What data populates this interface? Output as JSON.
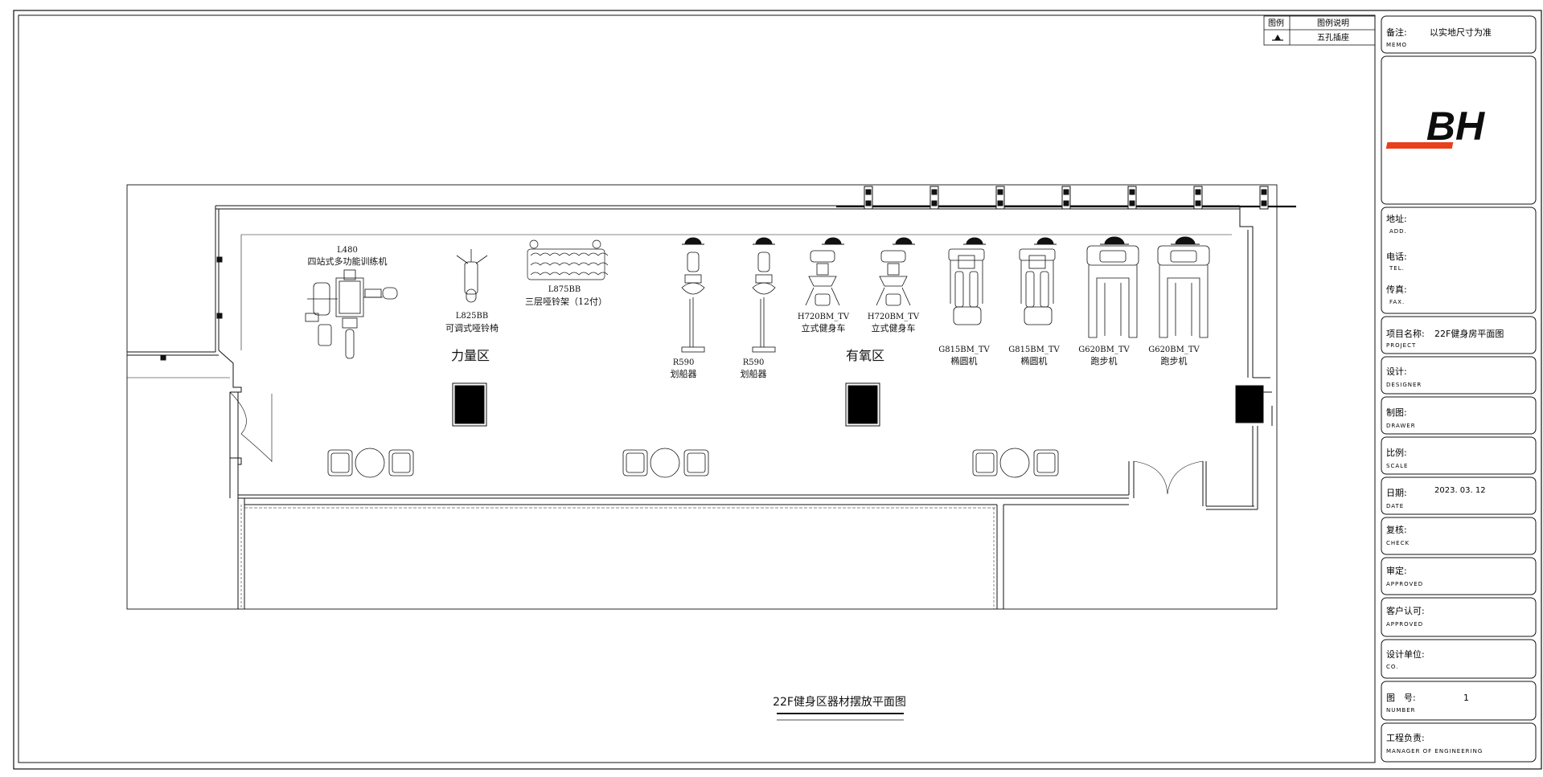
{
  "legend": {
    "header_symbol": "图例",
    "header_desc": "图例说明",
    "row_desc": "五孔插座"
  },
  "title_block": {
    "memo": {
      "label": "备注:",
      "en": "MEMO",
      "value": "以实地尺寸为准"
    },
    "logo": "BH",
    "address": {
      "label": "地址:",
      "en": "ADD."
    },
    "tel": {
      "label": "电话:",
      "en": "TEL."
    },
    "fax": {
      "label": "传真:",
      "en": "FAX."
    },
    "project": {
      "label": "项目名称:",
      "value": "22F健身房平面图",
      "en": "PROJECT"
    },
    "designer": {
      "label": "设计:",
      "en": "DESIGNER"
    },
    "drawer": {
      "label": "制图:",
      "en": "DRAWER"
    },
    "scale": {
      "label": "比例:",
      "en": "SCALE"
    },
    "date": {
      "label": "日期:",
      "value": "2023. 03. 12",
      "en": "DATE"
    },
    "check": {
      "label": "复核:",
      "en": "CHECK"
    },
    "approved": {
      "label": "审定:",
      "en": "APPROVED"
    },
    "client": {
      "label": "客户认可:",
      "en": "APPROVED"
    },
    "company": {
      "label": "设计单位:",
      "en": "CO."
    },
    "number": {
      "label": "图　号:",
      "en": "NUMBER",
      "value": "1"
    },
    "manager": {
      "label": "工程负责:",
      "en": "MANAGER OF ENGINEERING"
    }
  },
  "zones": {
    "strength": "力量区",
    "cardio": "有氧区"
  },
  "equipment": {
    "l480_model": "L480",
    "l480_name": "四站式多功能训练机",
    "l825bb_model": "L825BB",
    "l825bb_name": "可调式哑铃椅",
    "l875bb_model": "L875BB",
    "l875bb_name": "三层哑铃架（12付）",
    "r590a_model": "R590",
    "r590a_name": "划船器",
    "r590b_model": "R590",
    "r590b_name": "划船器",
    "h720a_model": "H720BM_TV",
    "h720a_name": "立式健身车",
    "h720b_model": "H720BM_TV",
    "h720b_name": "立式健身车",
    "g815a_model": "G815BM_TV",
    "g815a_name": "椭圆机",
    "g815b_model": "G815BM_TV",
    "g815b_name": "椭圆机",
    "g620a_model": "G620BM_TV",
    "g620a_name": "跑步机",
    "g620b_model": "G620BM_TV",
    "g620b_name": "跑步机"
  },
  "drawing_title": "22F健身区器材摆放平面图",
  "colors": {
    "line": "#111111",
    "brand_red": "#e8401c",
    "brand_black": "#0d0d0d"
  }
}
